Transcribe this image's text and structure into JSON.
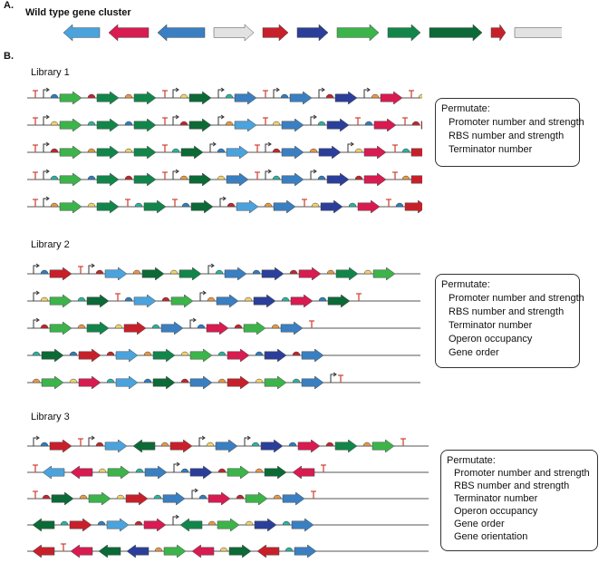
{
  "panel_a": {
    "label": "A.",
    "title": "Wild type gene cluster"
  },
  "panel_b": {
    "label": "B."
  },
  "colors": {
    "light_blue": "#4aa3dc",
    "pink": "#d81b50",
    "mid_blue": "#3a7fc1",
    "light_gray": "#e2e2e2",
    "red": "#c8202a",
    "navy": "#2b3f9a",
    "light_green": "#3cb44a",
    "green": "#12864a",
    "dark_green": "#0b6a36",
    "backbone": "#555555",
    "rbs_blue": "#2f7dc0",
    "rbs_yellow": "#f3d36b",
    "rbs_red": "#c0272d",
    "rbs_teal": "#2bb3a0",
    "rbs_orange": "#e69a45",
    "terminator": "#d0473a"
  },
  "wild_type_genes": [
    {
      "color": "light_blue",
      "dir": "left"
    },
    {
      "color": "pink",
      "dir": "left"
    },
    {
      "color": "mid_blue",
      "dir": "left"
    },
    {
      "color": "light_gray",
      "dir": "right"
    },
    {
      "color": "red",
      "dir": "right"
    },
    {
      "color": "navy",
      "dir": "right"
    },
    {
      "color": "light_green",
      "dir": "right"
    },
    {
      "color": "green",
      "dir": "right"
    },
    {
      "color": "dark_green",
      "dir": "right"
    },
    {
      "color": "red",
      "dir": "right"
    },
    {
      "color": "light_gray",
      "dir": "right"
    }
  ],
  "libraries": [
    {
      "title": "Library 1",
      "box_title": "Permutate:",
      "permutations": [
        "Promoter number and strength",
        "RBS number and strength",
        "Terminator number"
      ],
      "rows": [
        "T P R A:light_green R A:green R A:green T P R A:dark_green P R A:mid_blue T P R A:mid_blue P R A:navy P R A:pink T R A:red T P R A:red",
        "T P R A:light_green R A:green R A:green T P R A:dark_green P R A:light_blue T R A:mid_blue P R A:navy T R A:pink T R A:red P R A:red",
        "T P R A:light_green R A:green R A:green T R A:dark_green P R A:light_blue T P R A:mid_blue R A:navy P R A:pink T R A:red T P R A:red",
        "T P R A:light_green R A:green R A:green T P R A:dark_green R A:mid_blue T P R A:mid_blue P R A:navy R A:pink T R A:red P R A:red",
        "T P R A:light_green R A:green T R A:green T R A:dark_green P R A:light_blue R A:mid_blue T R A:navy R A:pink T R A:red T P R A:red"
      ]
    },
    {
      "title": "Library 2",
      "box_title": "Permutate:",
      "permutations": [
        "Promoter number and strength",
        "RBS number and strength",
        "Terminator number",
        "Operon occupancy",
        "Gene order"
      ],
      "rows": [
        "P R A:red T P R A:light_blue R A:dark_green R A:green P R A:mid_blue R A:navy R A:pink R A:green R A:light_green",
        "P R A:light_green R A:dark_green T R A:light_blue R A:light_green P R A:mid_blue R A:navy R A:pink R A:dark_green T",
        "P R A:light_green R A:green R A:red R A:mid_blue P R A:pink R A:light_green R A:mid_blue T",
        "R A:dark_green R A:red R A:light_blue R A:green R A:light_green R A:pink R A:navy R A:mid_blue",
        "R A:light_green R A:pink R A:light_blue R A:dark_green R A:mid_blue R A:red R A:light_green R A:mid_blue P T"
      ]
    },
    {
      "title": "Library 3",
      "box_title": "Permutate:",
      "permutations": [
        "Promoter number and strength",
        "RBS number and strength",
        "Terminator number",
        "Operon occupancy",
        "Gene order",
        "Gene orientation"
      ],
      "rows": [
        "P R A:red T P R A:light_blue L:dark_green R A:red P R A:mid_blue P R A:navy R A:pink R A:green R A:light_green T",
        "T L:light_blue L:pink R A:light_green R A:mid_blue P R A:navy R A:light_green R A:dark_green L:pink T",
        "T R A:dark_green R A:light_green R A:red R A:mid_blue P R A:pink R A:light_green R A:mid_blue T",
        "L:dark_green R A:red R A:light_blue R A:pink P L:green R A:light_green R A:navy R A:mid_blue",
        "L:red T L:pink L:dark_green L:navy R A:light_green L:pink R A:dark_green L:red R A:mid_blue"
      ]
    }
  ]
}
